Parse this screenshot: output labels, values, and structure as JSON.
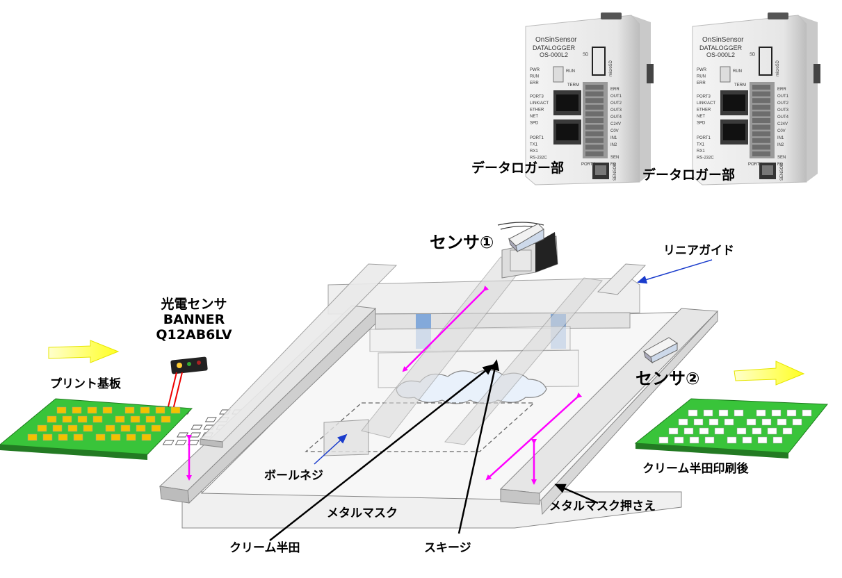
{
  "labels": {
    "datalogger_1": "データロガー部",
    "datalogger_2": "データロガー部",
    "sensor_1": "センサ①",
    "sensor_2": "センサ②",
    "linear_guide": "リニアガイド",
    "photo_sensor_line1": "光電センサ",
    "photo_sensor_line2": "BANNER",
    "photo_sensor_line3": "Q12AB6LV",
    "print_board": "プリント基板",
    "after_print": "クリーム半田印刷後",
    "ball_screw": "ボールネジ",
    "metal_mask": "メタルマスク",
    "metal_mask_holder": "メタルマスク押さえ",
    "cream_solder": "クリーム半田",
    "squeegee": "スキージ"
  },
  "device": {
    "brand": "OnSinSensor",
    "model_line": "DATALOGGER",
    "model_code": "OS-000L2",
    "sd_label": "SD",
    "microsd_label": "microSD",
    "left_panel": [
      "PWR",
      "RUN",
      "ERR",
      "PORT3",
      "LINK/ACT",
      "ETHER",
      "NET",
      "SPD",
      "PORT1",
      "TX1",
      "RX1",
      "RS-232C"
    ],
    "switch_labels": [
      "RUN",
      "TERM"
    ],
    "right_panel": [
      "ERR",
      "OUT1",
      "OUT2",
      "OUT3",
      "OUT4",
      "C24V",
      "C0V",
      "IN1",
      "IN2",
      "SEN",
      "FG"
    ],
    "bottom_labels": [
      "PORT4",
      "SENSOR"
    ]
  },
  "colors": {
    "cable": "#b40000",
    "arrow_magenta": "#ff00ff",
    "arrow_yellow": "#ffff33",
    "pcb_green": "#39c43a",
    "pad_gold": "#f2c200",
    "pad_white": "#ffffff",
    "pointer_blue": "#1a3ccc"
  }
}
